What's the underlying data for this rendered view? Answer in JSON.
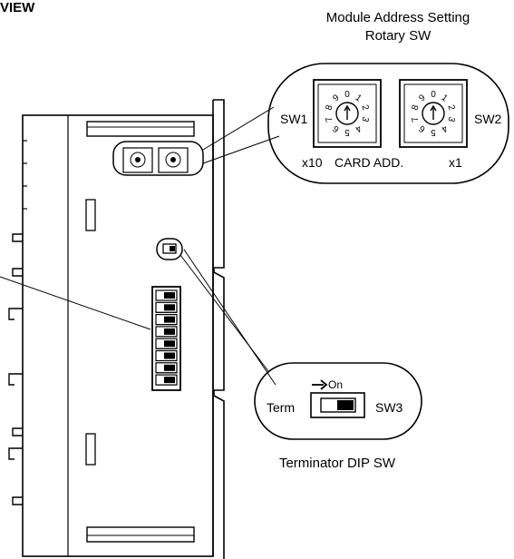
{
  "heading": "VIEW",
  "rotary_callout": {
    "title_line1": "Module Address Setting",
    "title_line2": "Rotary SW",
    "sw1_label": "SW1",
    "sw2_label": "SW2",
    "x10_label": "x10",
    "card_label": "CARD ADD.",
    "x1_label": "x1",
    "dial_digits": [
      "0",
      "1",
      "2",
      "3",
      "4",
      "5",
      "6",
      "7",
      "8",
      "9"
    ]
  },
  "dip_callout": {
    "on_label": "On",
    "term_label": "Term",
    "sw3_label": "SW3",
    "caption": "Terminator DIP SW"
  }
}
